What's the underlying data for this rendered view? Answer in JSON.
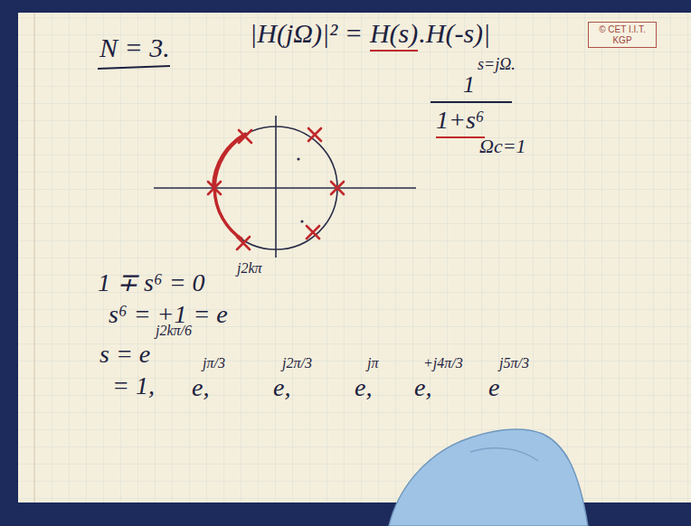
{
  "diagram": {
    "nodes": [
      {
        "text": [
          "© CET I.I.T. KGP"
        ]
      }
    ],
    "labels": [
      "N = 3.",
      "|H(jΩ)|² =",
      "H(s)",
      ".H(-s)|",
      "s=jΩ.",
      "Ωc=1",
      "1",
      "1+s⁶",
      "1 ∓ s⁶ = 0",
      "j2kπ",
      "s⁶ = +1 = e",
      "s = e",
      "j2kπ/6",
      "= 1,",
      "e,",
      "jπ/3",
      "e,",
      "j2π/3",
      "e,",
      "jπ",
      "e,",
      "+j4π/3",
      "e",
      "j5π/3"
    ]
  }
}
